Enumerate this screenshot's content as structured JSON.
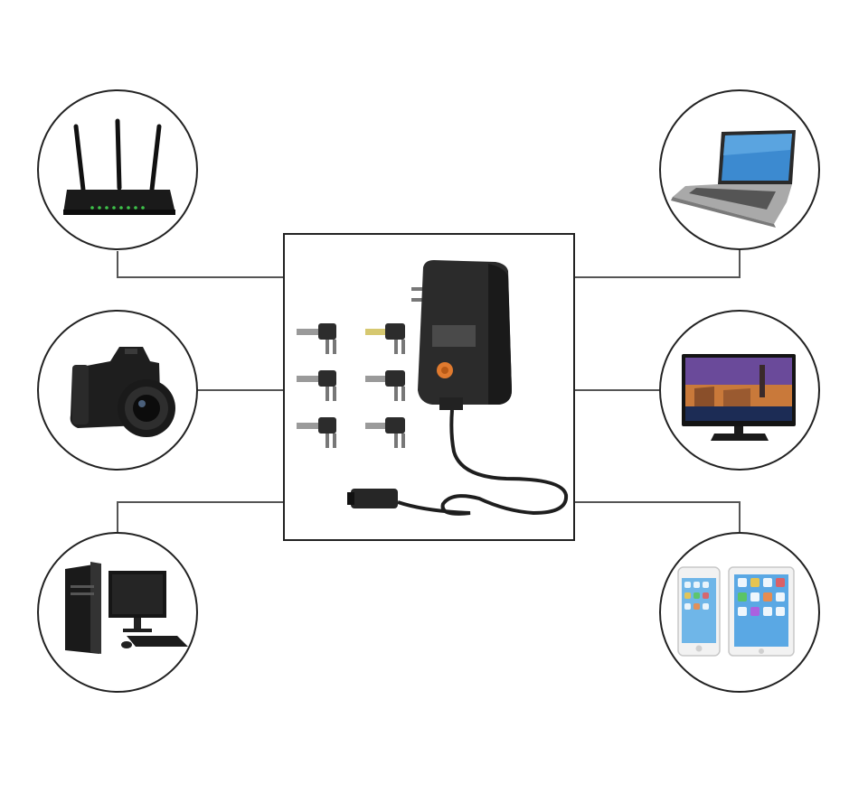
{
  "figure": {
    "center": {
      "icon": "universal-power-adapter-with-tips"
    },
    "devices": [
      {
        "id": "router",
        "icon": "wifi-router-icon"
      },
      {
        "id": "camera",
        "icon": "dslr-camera-icon"
      },
      {
        "id": "desktop",
        "icon": "desktop-computer-icon"
      },
      {
        "id": "laptop",
        "icon": "laptop-icon"
      },
      {
        "id": "monitor",
        "icon": "monitor-icon"
      },
      {
        "id": "phone-tablet",
        "icon": "phone-tablet-icon"
      }
    ]
  },
  "colors": {
    "line": "#555555",
    "circle": "#222222",
    "device_dark": "#1c1c1c",
    "screen_blue": "#2f7fc8",
    "dial_orange": "#e07a2e"
  }
}
